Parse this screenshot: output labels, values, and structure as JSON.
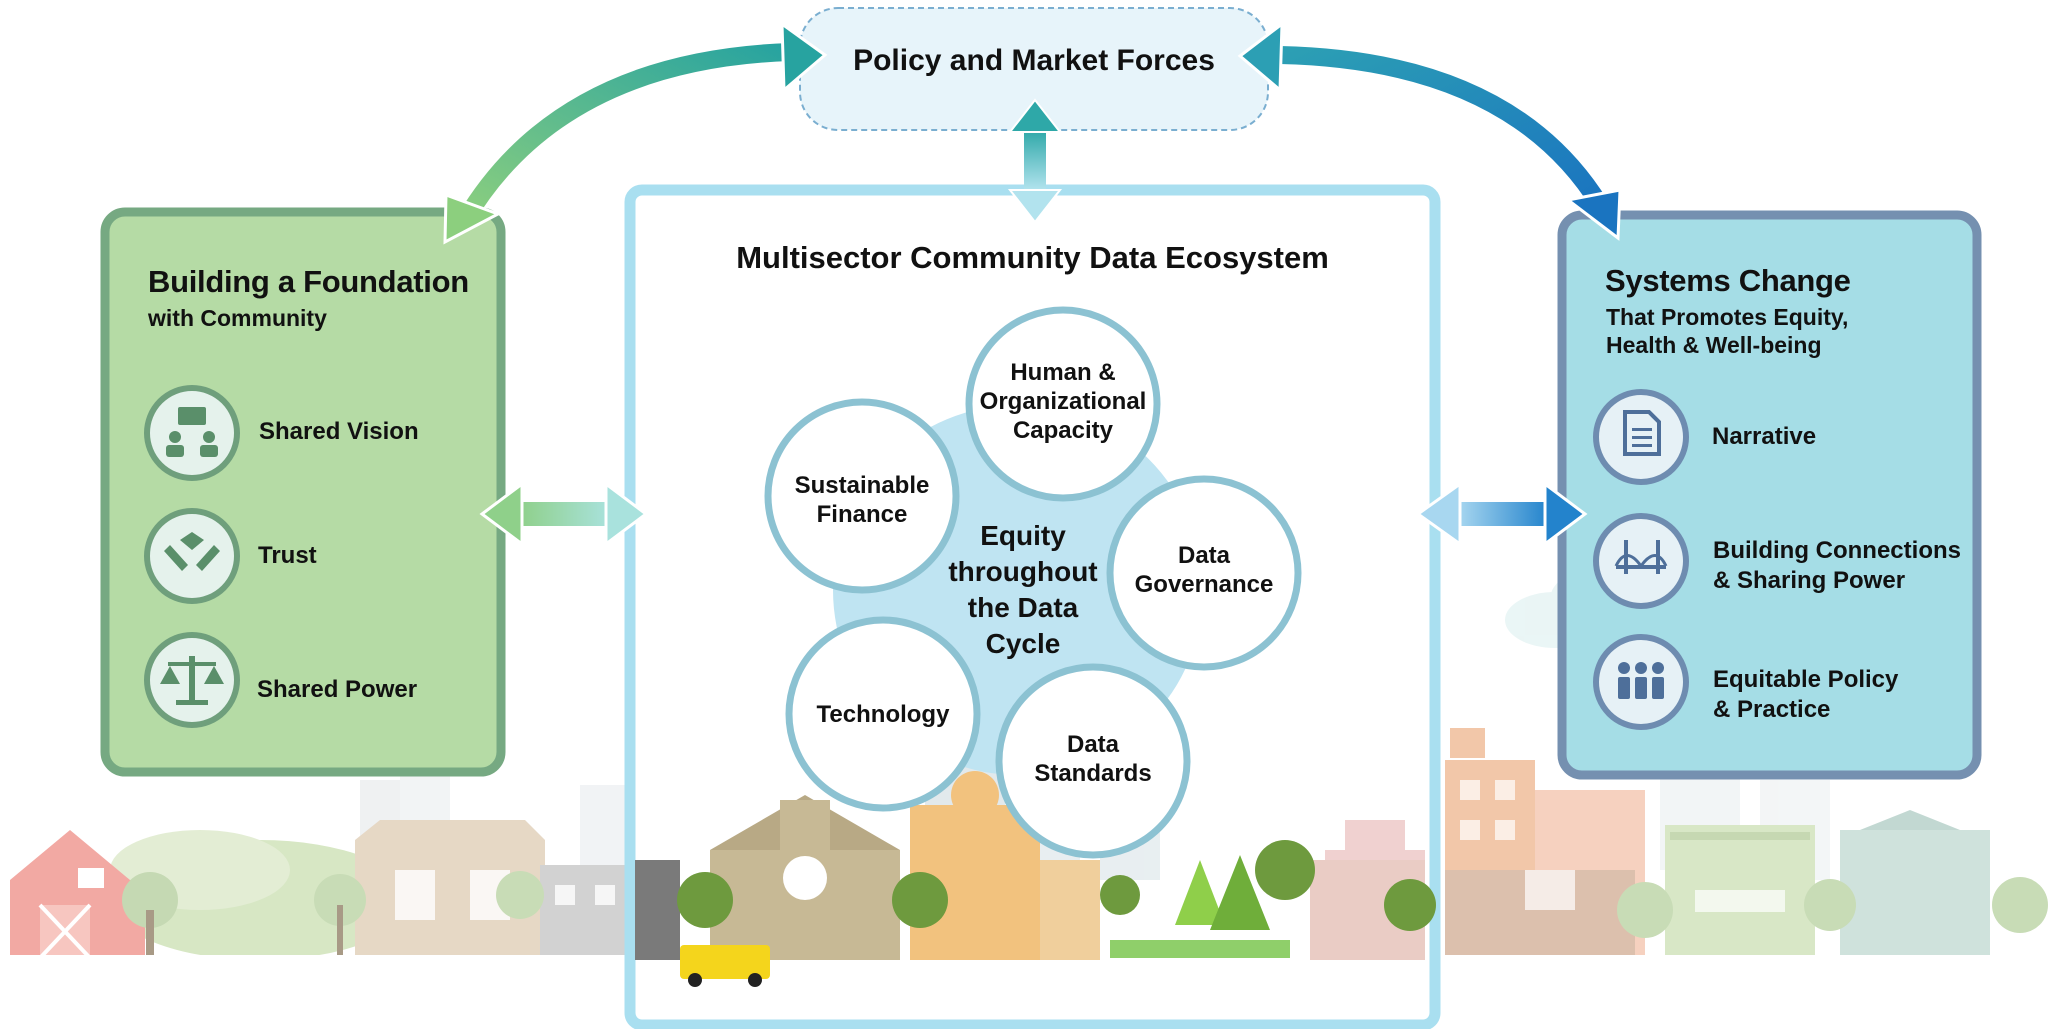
{
  "colors": {
    "left_panel_fill": "#b5dba5",
    "left_panel_border": "#76a982",
    "center_panel_border": "#a9dff0",
    "right_panel_fill": "#a5dde6",
    "right_panel_border": "#7590b0",
    "policy_fill": "#e7f4fa",
    "circle_border": "#8cc2d2",
    "hub_fill": "#bfe4f2"
  },
  "top": {
    "policy_label": "Policy and Market Forces"
  },
  "left_panel": {
    "title": "Building a Foundation",
    "subtitle": "with Community",
    "items": [
      {
        "label": "Shared Vision",
        "icon": "people-meeting-icon"
      },
      {
        "label": "Trust",
        "icon": "joined-hands-icon"
      },
      {
        "label": "Shared Power",
        "icon": "balance-scale-icon"
      }
    ]
  },
  "center_panel": {
    "title": "Multisector Community Data Ecosystem",
    "hub_lines": [
      "Equity",
      "throughout",
      "the Data",
      "Cycle"
    ],
    "circles": [
      {
        "lines": [
          "Human &",
          "Organizational",
          "Capacity"
        ]
      },
      {
        "lines": [
          "Data",
          "Governance"
        ]
      },
      {
        "lines": [
          "Data",
          "Standards"
        ]
      },
      {
        "lines": [
          "Technology"
        ]
      },
      {
        "lines": [
          "Sustainable",
          "Finance"
        ]
      }
    ]
  },
  "right_panel": {
    "title": "Systems Change",
    "subtitle_lines": [
      "That Promotes Equity,",
      "Health & Well-being"
    ],
    "items": [
      {
        "lines": [
          "Narrative"
        ],
        "icon": "document-icon"
      },
      {
        "lines": [
          "Building Connections",
          "& Sharing Power"
        ],
        "icon": "bridge-icon"
      },
      {
        "lines": [
          "Equitable Policy",
          "& Practice"
        ],
        "icon": "group-icon"
      }
    ]
  }
}
